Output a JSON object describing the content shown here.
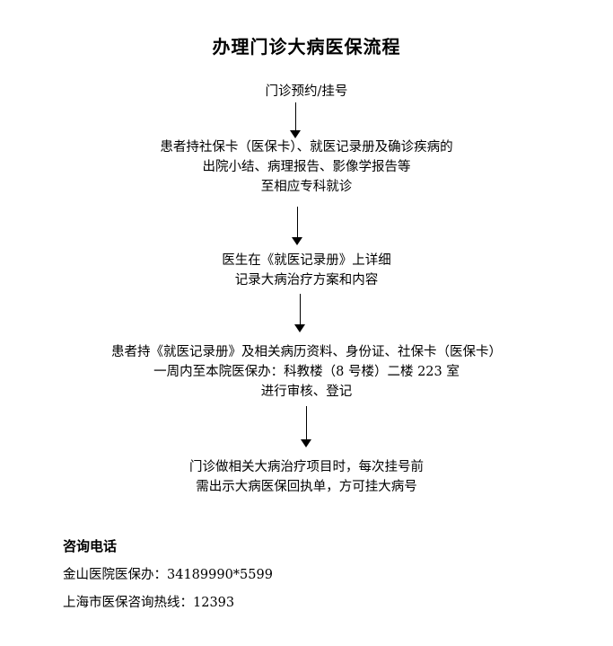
{
  "title": "办理门诊大病医保流程",
  "steps": [
    {
      "lines": [
        "门诊预约/挂号"
      ]
    },
    {
      "lines": [
        "患者持社保卡（医保卡）、就医记录册及确诊疾病的",
        "出院小结、病理报告、影像学报告等",
        "至相应专科就诊"
      ]
    },
    {
      "lines": [
        "医生在《就医记录册》上详细",
        "记录大病治疗方案和内容"
      ]
    },
    {
      "lines": [
        "患者持《就医记录册》及相关病历资料、身份证、社保卡（医保卡）",
        "一周内至本院医保办：科教楼（8 号楼）二楼 223 室",
        "进行审核、登记"
      ]
    },
    {
      "lines": [
        "门诊做相关大病治疗项目时，每次挂号前",
        "需出示大病医保回执单，方可挂大病号"
      ]
    }
  ],
  "contact": {
    "heading": "咨询电话",
    "lines": [
      "金山医院医保办：34189990*5599",
      "上海市医保咨询热线：12393"
    ]
  }
}
